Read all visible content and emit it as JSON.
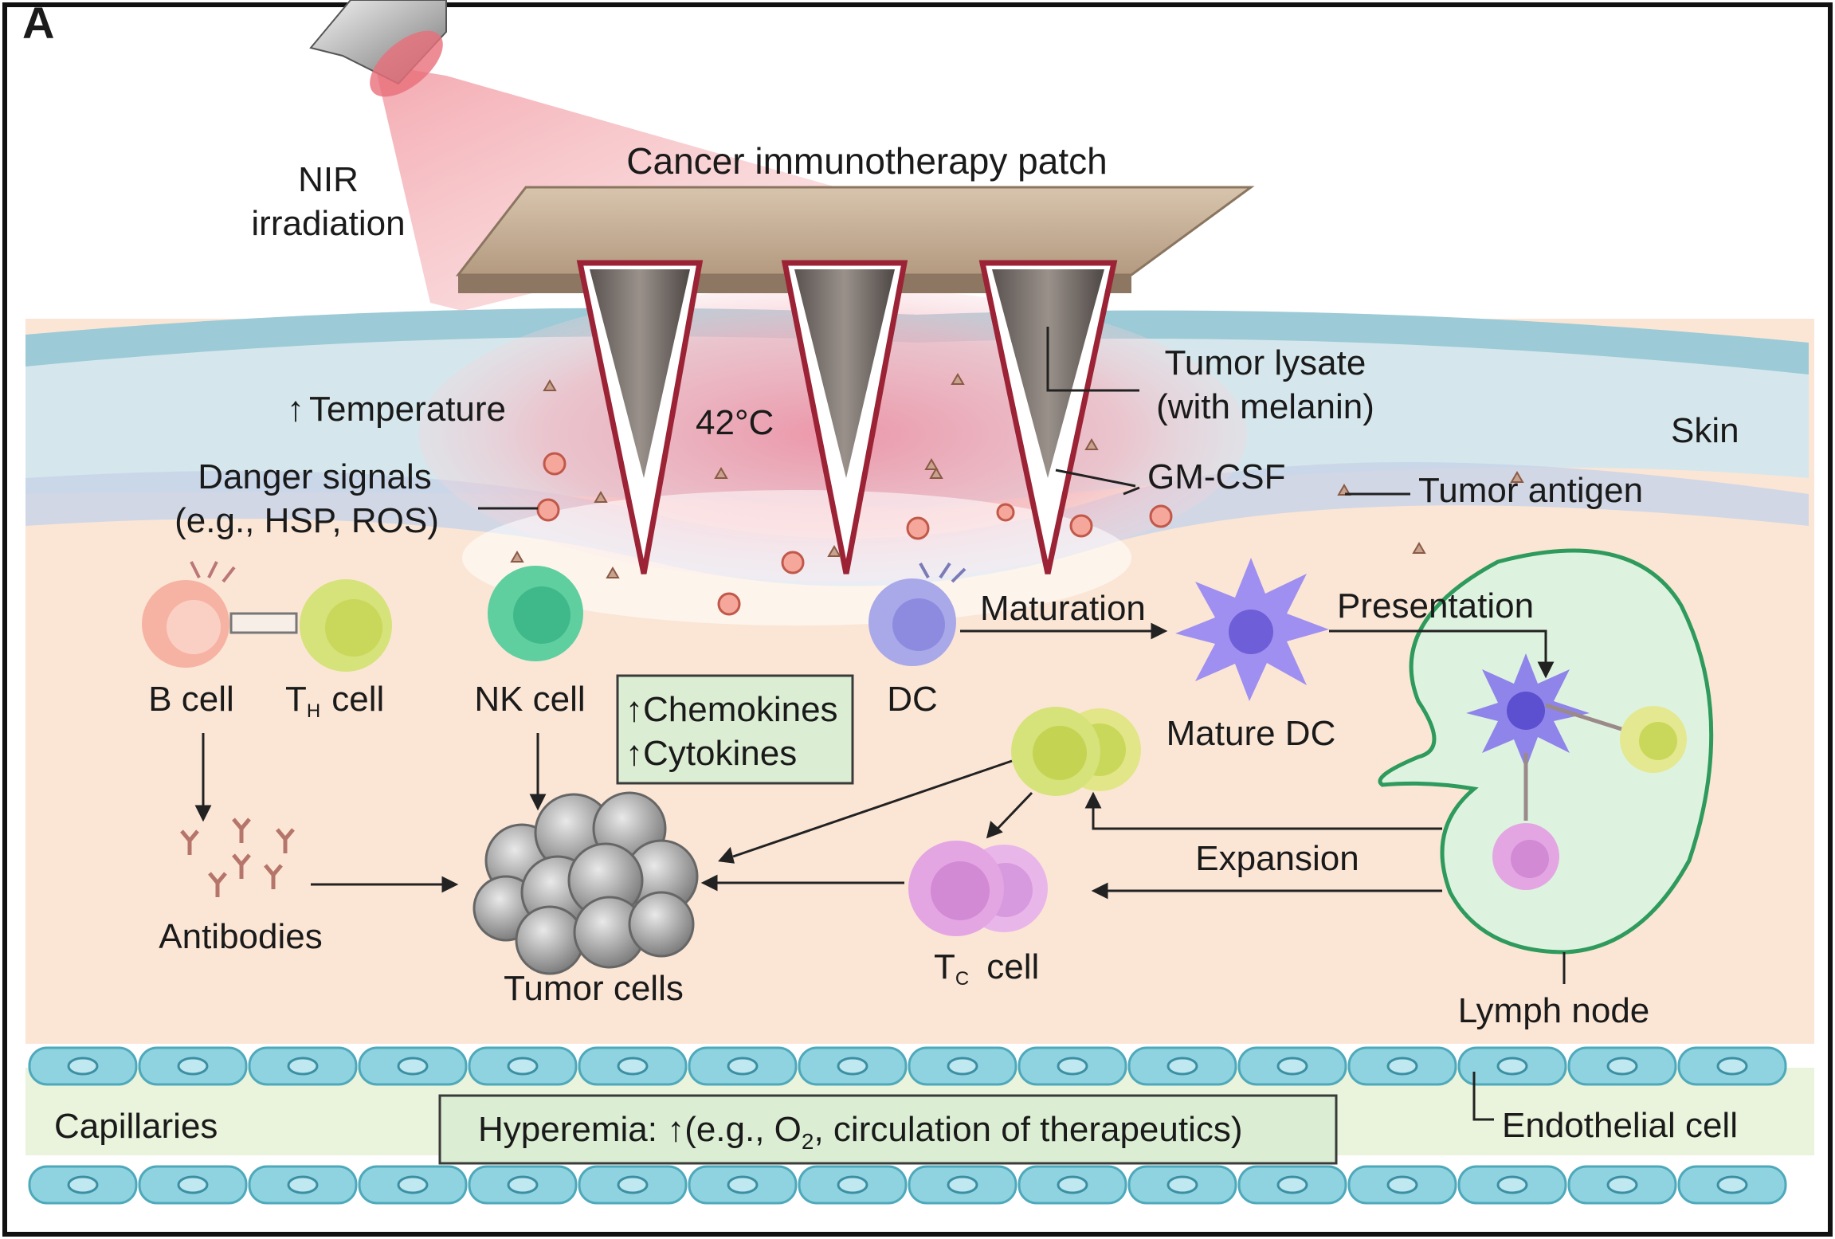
{
  "panel_label": "A",
  "labels": {
    "nir_line1": "NIR",
    "nir_line2": "irradiation",
    "patch": "Cancer immunotherapy patch",
    "temp_arrow": "↑",
    "temperature": "Temperature",
    "temp_42": "42°C",
    "tumor_lysate_line1": "Tumor lysate",
    "tumor_lysate_line2": "(with melanin)",
    "skin": "Skin",
    "danger_line1": "Danger signals",
    "danger_line2": "(e.g., HSP, ROS)",
    "gmcsf": "GM-CSF",
    "tumor_antigen": "Tumor antigen",
    "b_cell": "B cell",
    "th_T": "T",
    "th_sub": "H",
    "th_cell": "cell",
    "nk_cell": "NK cell",
    "chemokines": "↑Chemokines",
    "cytokines": "↑Cytokines",
    "dc": "DC",
    "maturation": "Maturation",
    "mature_dc": "Mature DC",
    "presentation": "Presentation",
    "antibodies": "Antibodies",
    "tumor_cells": "Tumor cells",
    "expansion": "Expansion",
    "tc_T": "T",
    "tc_sub": "C",
    "tc_cell": "cell",
    "lymph_node": "Lymph node",
    "capillaries": "Capillaries",
    "hyperemia_pre": "Hyperemia: ↑(e.g., O",
    "hyperemia_sub": "2",
    "hyperemia_post": ", circulation of therapeutics)",
    "endothelial": "Endothelial cell"
  },
  "colors": {
    "skin_top": "#cfe3ea",
    "tissue": "#fbe6d6",
    "heat": "#f0a3b0",
    "needle_rim": "#9b2335",
    "b_cell": "#f6b3a3",
    "th_cell": "#d6e27a",
    "nk_cell": "#5fcfa0",
    "dc": "#a9a8e8",
    "tc_cell": "#e3a6e3",
    "lymph_fill": "#def3df",
    "lymph_stroke": "#2e9a5c",
    "endothelial": "#8fd3e0",
    "box_fill": "#dbeed3"
  }
}
